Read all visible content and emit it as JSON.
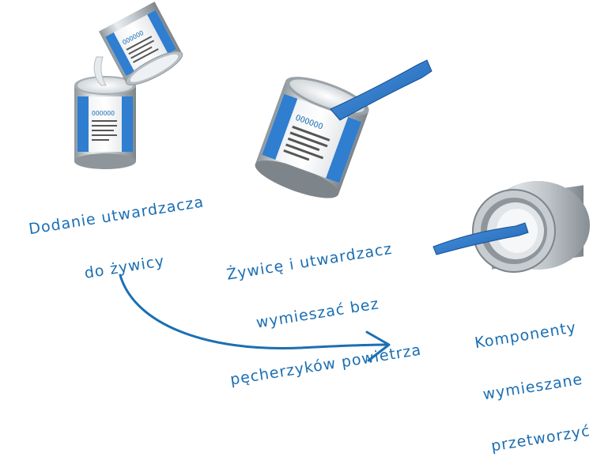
{
  "captions": {
    "step1": {
      "line1": "Dodanie utwardzacza",
      "line2": "do żywicy"
    },
    "step2": {
      "line1": "Żywicę i utwardzacz",
      "line2": "wymieszać bez",
      "line3": "pęcherzyków powietrza"
    },
    "step3": {
      "line1": "Komponenty",
      "line2": "wymieszane",
      "line3": "przetworzyć"
    }
  },
  "can_label": "OOOOOO",
  "colors": {
    "accent": "#1b6fb3",
    "paddle": "#2f7ed0",
    "metal": "#b9c0c6"
  },
  "icons": [
    "pouring-cans-icon",
    "stirring-can-icon",
    "mixed-can-icon",
    "curved-arrow-icon"
  ]
}
